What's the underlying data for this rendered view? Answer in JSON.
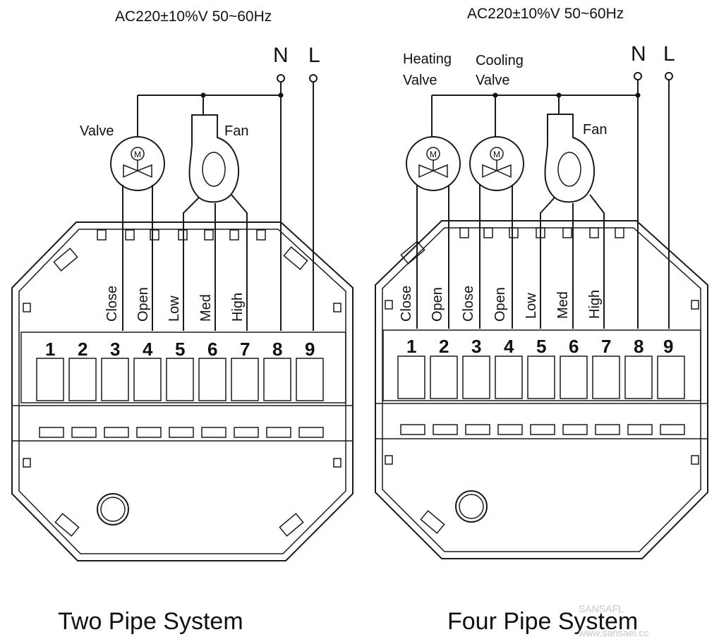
{
  "two_pipe": {
    "supply": "AC220±10%V 50~60Hz",
    "neutral": "N",
    "line": "L",
    "valve_label": "Valve",
    "fan_label": "Fan",
    "motor_symbol": "M",
    "wire_labels": [
      "Close",
      "Open",
      "Low",
      "Med",
      "High"
    ],
    "terminals": [
      "1",
      "2",
      "3",
      "4",
      "5",
      "6",
      "7",
      "8",
      "9"
    ],
    "caption": "Two Pipe System"
  },
  "four_pipe": {
    "supply": "AC220±10%V 50~60Hz",
    "neutral": "N",
    "line": "L",
    "heating_valve_label": [
      "Heating",
      "Valve"
    ],
    "cooling_valve_label": [
      "Cooling",
      "Valve"
    ],
    "fan_label": "Fan",
    "motor_symbol": "M",
    "wire_labels": [
      "Close",
      "Open",
      "Close",
      "Open",
      "Low",
      "Med",
      "High"
    ],
    "terminals": [
      "1",
      "2",
      "3",
      "4",
      "5",
      "6",
      "7",
      "8",
      "9"
    ],
    "caption": "Four Pipe System"
  },
  "watermark": [
    "SANSAFL",
    "www.sansael.cc"
  ]
}
